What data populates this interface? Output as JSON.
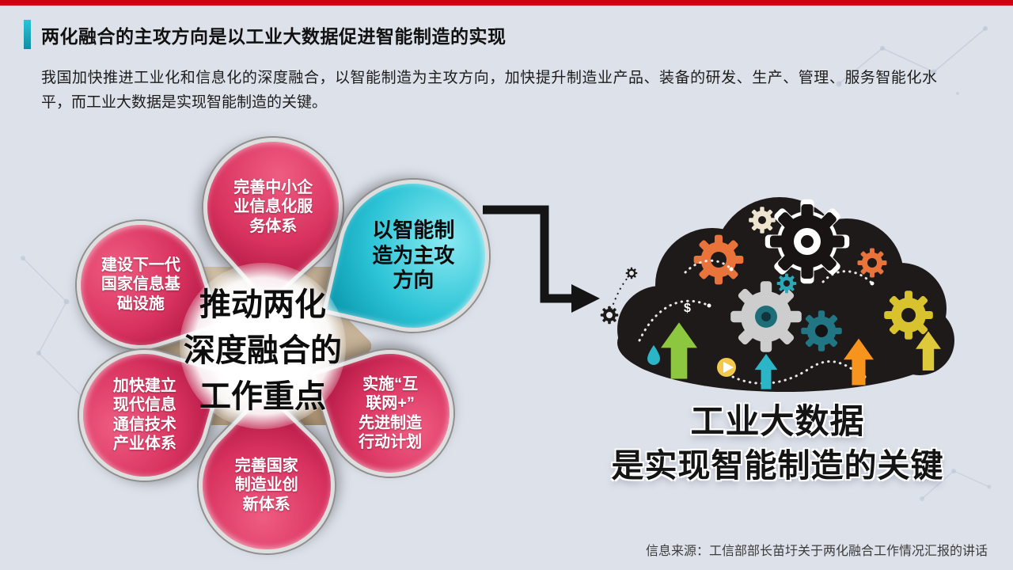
{
  "slide": {
    "title": "两化融合的主攻方向是以工业大数据促进智能制造的实现",
    "body": "我国加快推进工业化和信息化的深度融合，以智能制造为主攻方向，加快提升制造业产品、装备的研发、生产、管理、服务智能化水平，而工业大数据是实现智能制造的关键。",
    "source": "信息来源：工信部部长苗圩关于两化融合工作情况汇报的讲话"
  },
  "diagram": {
    "center_label": "推动两化\n深度融合的\n工作重点",
    "petals": [
      {
        "label": "完善中小企\n业信息化服\n务体系"
      },
      {
        "label": "以智能制\n造为主攻\n方向"
      },
      {
        "label": "建设下一代\n国家信息基\n础设施"
      },
      {
        "label": "加快建立\n现代信息\n通信技术\n产业体系"
      },
      {
        "label": "完善国家\n制造业创\n新体系"
      },
      {
        "label": "实施“互\n联网+”\n先进制造\n行动计划"
      }
    ]
  },
  "callout": {
    "line1": "工业大数据",
    "line2": "是实现智能制造的关键"
  },
  "cloud": {
    "dollar_glyph": "$"
  },
  "colors": {
    "top_bar_red": "#cf0012",
    "accent_teal": "#2cc4d6",
    "petal_pink": "#d8325f",
    "petal_cyan": "#2cc4d6",
    "arrow_black": "#141414",
    "cloud_black": "#1d1a19"
  }
}
